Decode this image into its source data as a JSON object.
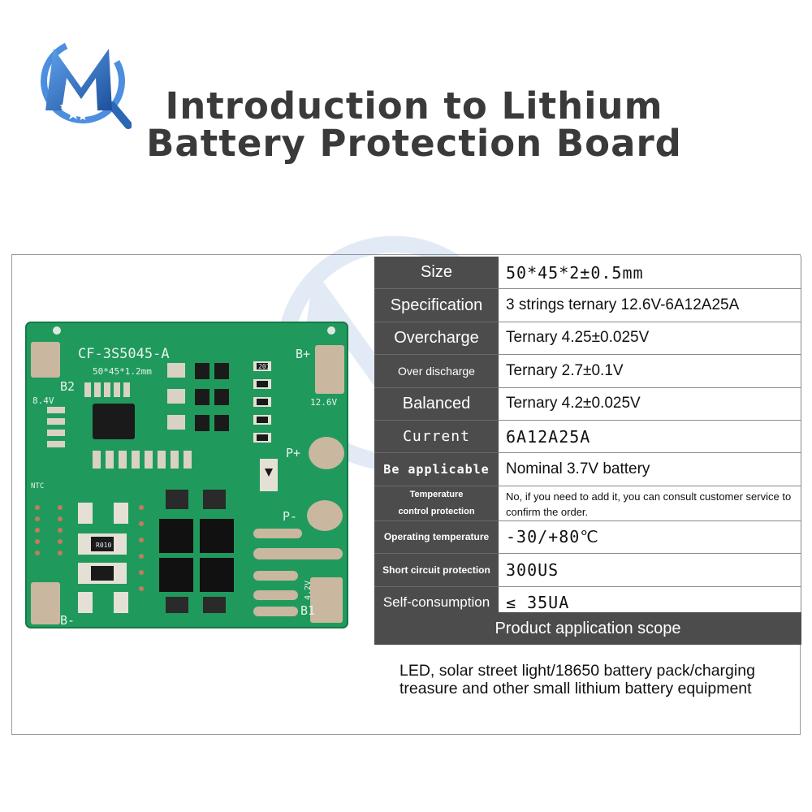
{
  "brand": {
    "logo_letter": "M",
    "colors": {
      "blue": "#2b67b5",
      "light_blue": "#4d8ede",
      "star": "#ffffff"
    }
  },
  "title": {
    "line1": "Introduction to Lithium",
    "line2": "Battery Protection Board"
  },
  "board": {
    "model": "CF-3S5045-A",
    "dimensions": "50*45*1.2mm",
    "pad_b_plus": "B+",
    "pad_b2": "B2",
    "pad_b1": "B1",
    "pad_b_minus": "B-",
    "pad_p_plus": "P+",
    "pad_p_minus": "P-",
    "voltage_8_4": "8.4V",
    "voltage_12_6": "12.6V",
    "voltage_4_2": "4.2V",
    "ntc": "NTC",
    "resistor_code": "R010",
    "smd_code": "201",
    "colors": {
      "pcb": "#1f9a5c",
      "pcb_dark": "#157a47",
      "pad": "#c9b7a0",
      "chip": "#1a1a1a"
    }
  },
  "specs": [
    {
      "label": "Size",
      "value": "50*45*2±0.5mm"
    },
    {
      "label": "Specification",
      "value": "3 strings ternary 12.6V-6A12A25A"
    },
    {
      "label": "Overcharge",
      "value": "Ternary 4.25±0.025V"
    },
    {
      "label": "Over discharge",
      "value": "Ternary 2.7±0.1V"
    },
    {
      "label": "Balanced",
      "value": "Ternary 4.2±0.025V"
    },
    {
      "label": "Current",
      "value": "6A12A25A"
    },
    {
      "label": "Be applicable",
      "value": "Nominal 3.7V battery"
    },
    {
      "label_line1": "Temperature",
      "label_line2": "control protection",
      "value": "No, if you need to add it, you can consult customer service to confirm the order."
    },
    {
      "label": "Operating temperature",
      "value": "-30/+80℃"
    },
    {
      "label": "Short circuit protection",
      "value": "300US"
    },
    {
      "label": "Self-consumption",
      "value": "≤ 35UA"
    }
  ],
  "scope": {
    "title": "Product application scope",
    "text": "LED, solar street light/18650 battery pack/charging treasure and other small lithium battery equipment"
  }
}
